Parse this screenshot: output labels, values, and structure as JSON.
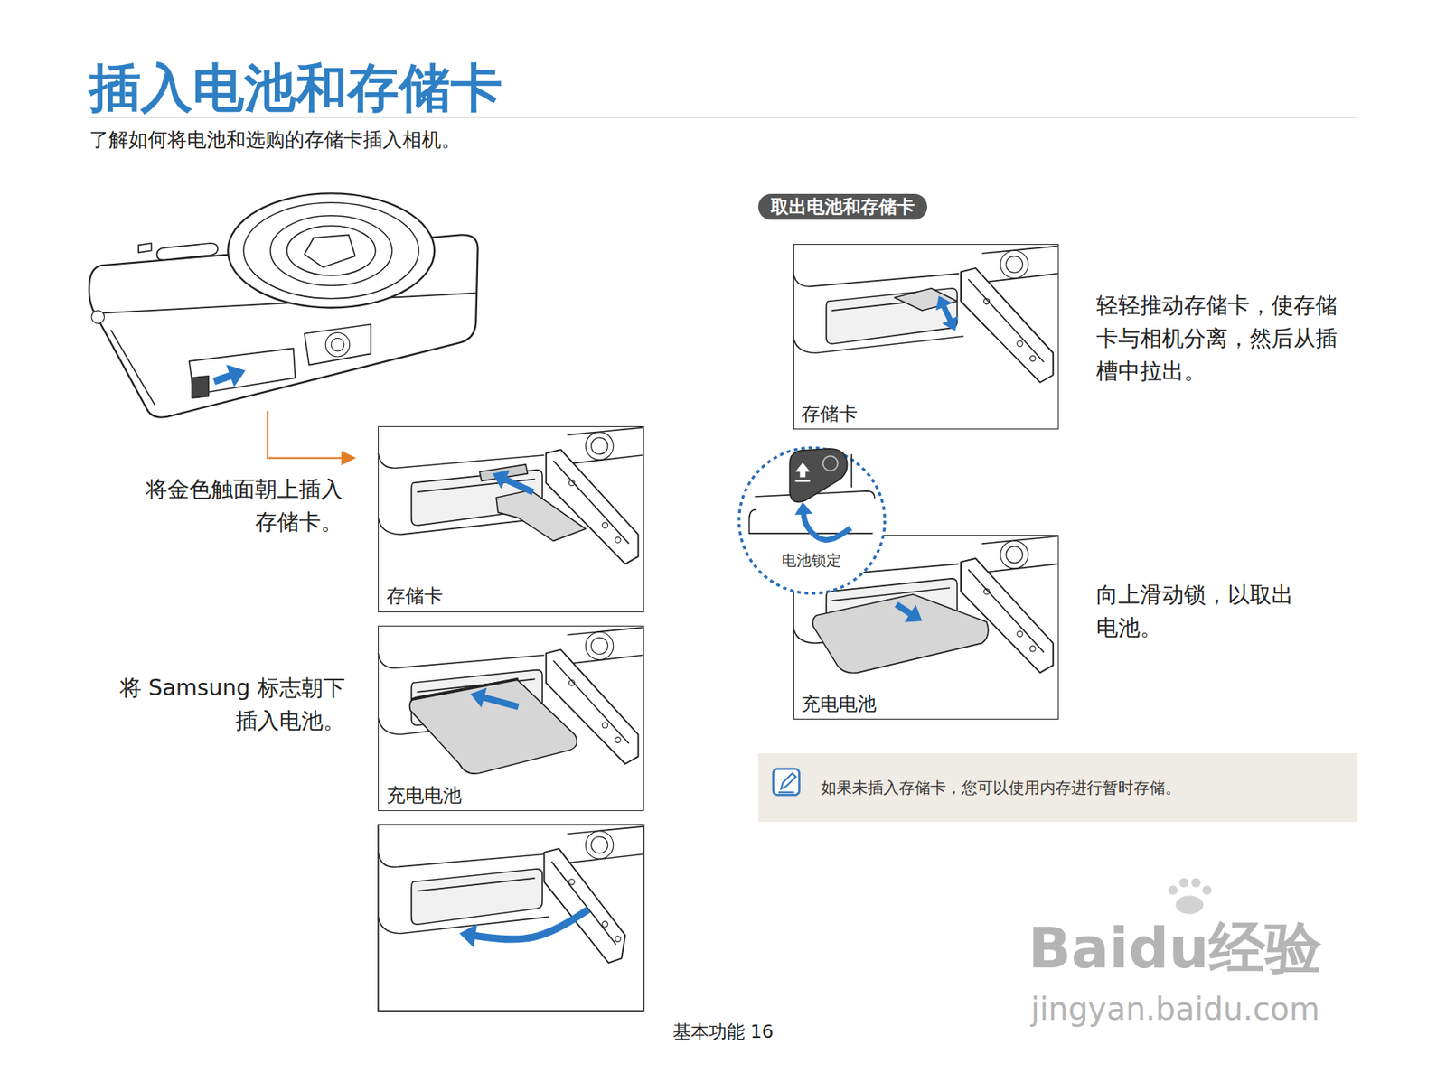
{
  "diagram": {
    "title": "插入电池和存储卡",
    "nodes": [
      {
        "text": [
          "存储卡"
        ]
      },
      {
        "text": [
          "充电电池"
        ]
      },
      {
        "text": [
          "取出电池和存储卡"
        ]
      },
      {
        "text": [
          "存储卡"
        ]
      },
      {
        "text": [
          "电池锁定"
        ]
      },
      {
        "text": [
          "充电电池"
        ]
      },
      {
        "text": [
          "如果未插入存储卡，您可以使用内存进行暂时存储。"
        ]
      }
    ],
    "labels": [
      "了解如何将电池和选购的存储卡插入相机。",
      "将金色触面朝上插入 存储卡。",
      "将 Samsung 标志朝下 插入电池。",
      "轻轻推动存储卡，使存储 卡与相机分离，然后从插 槽中拉出。",
      "向上滑动锁，以取出 电池。",
      "基本功能 16",
      "Baidu经验",
      "jingyan.baidu.com"
    ]
  }
}
